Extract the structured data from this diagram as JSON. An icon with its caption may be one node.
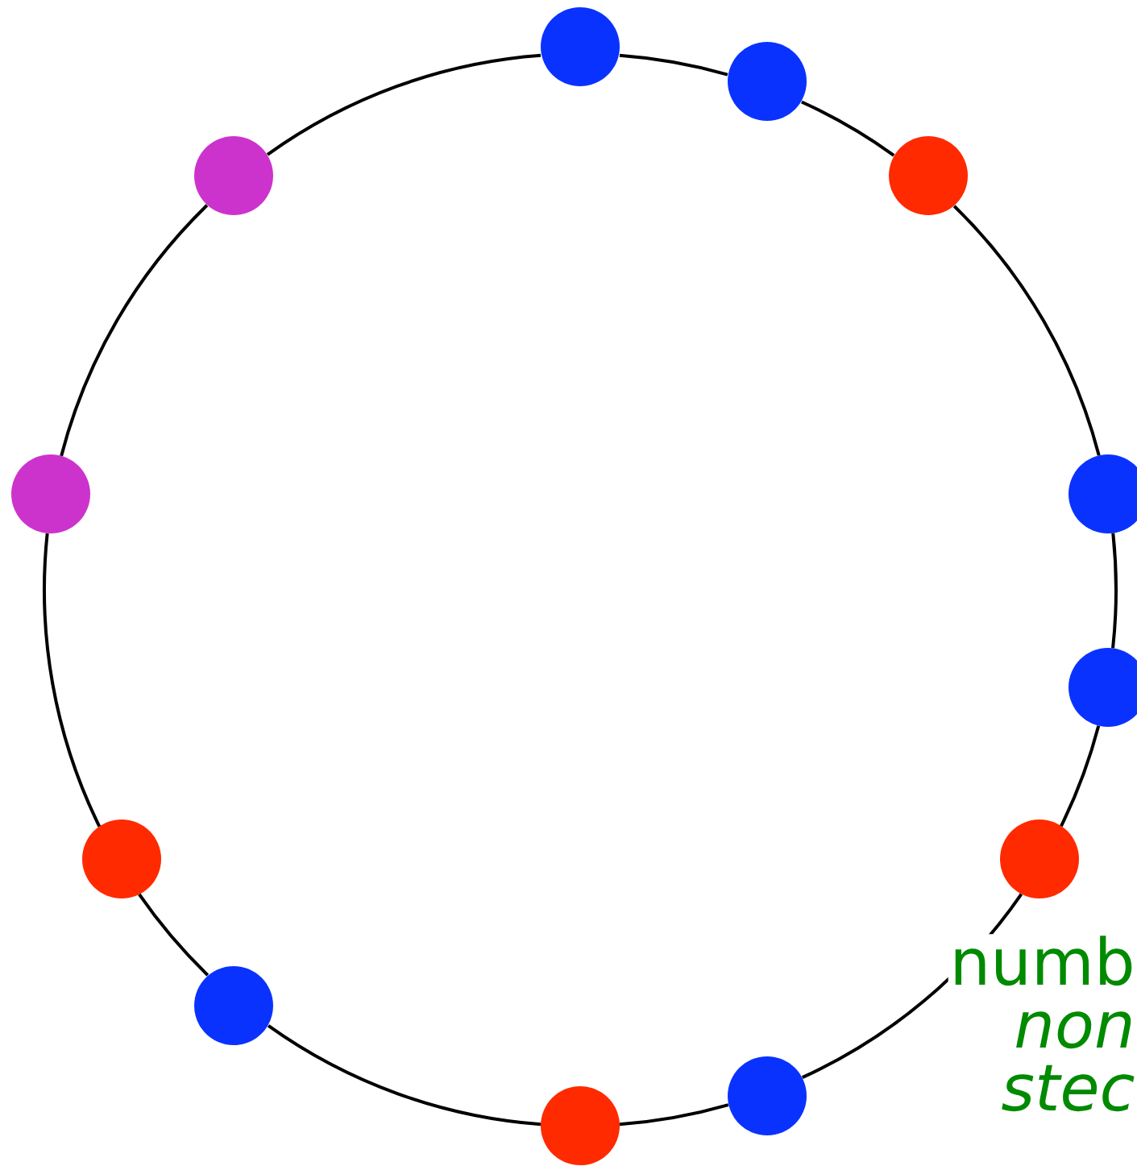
{
  "diagram": {
    "nodes": [
      {
        "text": [],
        "shape": "circle"
      },
      {
        "text": [],
        "shape": "circle"
      },
      {
        "text": [],
        "shape": "circle"
      },
      {
        "text": [],
        "shape": "circle"
      },
      {
        "text": [],
        "shape": "circle"
      },
      {
        "text": [],
        "shape": "circle"
      },
      {
        "text": [],
        "shape": "circle"
      },
      {
        "text": [],
        "shape": "circle"
      },
      {
        "text": [],
        "shape": "circle"
      },
      {
        "text": [],
        "shape": "circle"
      },
      {
        "text": [],
        "shape": "circle"
      },
      {
        "text": [],
        "shape": "circle"
      }
    ],
    "edges": [
      {
        "from": 0,
        "to": 1,
        "arrow": "none"
      },
      {
        "from": 1,
        "to": 2,
        "arrow": "none"
      },
      {
        "from": 2,
        "to": 3,
        "arrow": "none"
      },
      {
        "from": 3,
        "to": 4,
        "arrow": "none"
      },
      {
        "from": 4,
        "to": 5,
        "arrow": "none"
      },
      {
        "from": 5,
        "to": 6,
        "arrow": "none"
      },
      {
        "from": 6,
        "to": 7,
        "arrow": "none"
      },
      {
        "from": 7,
        "to": 8,
        "arrow": "none"
      },
      {
        "from": 8,
        "to": 9,
        "arrow": "none"
      },
      {
        "from": 9,
        "to": 10,
        "arrow": "none"
      },
      {
        "from": 10,
        "to": 11,
        "arrow": "none"
      },
      {
        "from": 11,
        "to": 0,
        "arrow": "none"
      }
    ],
    "labels": [
      "numb",
      "non",
      "stec"
    ]
  }
}
